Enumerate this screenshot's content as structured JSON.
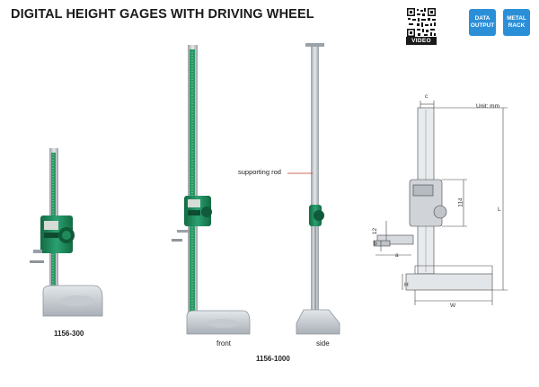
{
  "header": {
    "title": "DIGITAL HEIGHT GAGES WITH DRIVING WHEEL",
    "qr_label": "VIDEO",
    "badges": [
      {
        "line1": "DATA",
        "line2": "OUTPUT"
      },
      {
        "line1": "METAL",
        "line2": "RACK"
      }
    ]
  },
  "products": {
    "small_model": "1156-300",
    "front_label": "front",
    "side_label": "side",
    "large_model": "1156-1000",
    "annotation": "supporting rod"
  },
  "diagram": {
    "unit": "Unit: mm",
    "dims": {
      "c": "c",
      "d": "114",
      "L": "L",
      "e": "12",
      "h": "b",
      "a": "a",
      "H": "H",
      "W": "W"
    }
  },
  "colors": {
    "accent_blue": "#2b8fd8",
    "gauge_green": "#1f8a5b",
    "steel": "#c9ced4"
  }
}
